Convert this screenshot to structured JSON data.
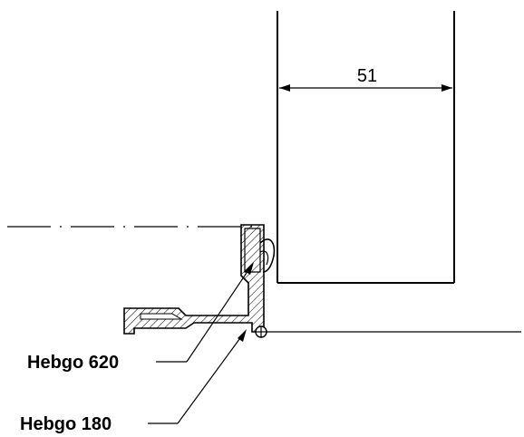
{
  "dimension": {
    "width_label": "51"
  },
  "callouts": [
    {
      "label": "Hebgo 620"
    },
    {
      "label": "Hebgo 180"
    }
  ],
  "colors": {
    "line": "#000000",
    "background": "#ffffff"
  }
}
